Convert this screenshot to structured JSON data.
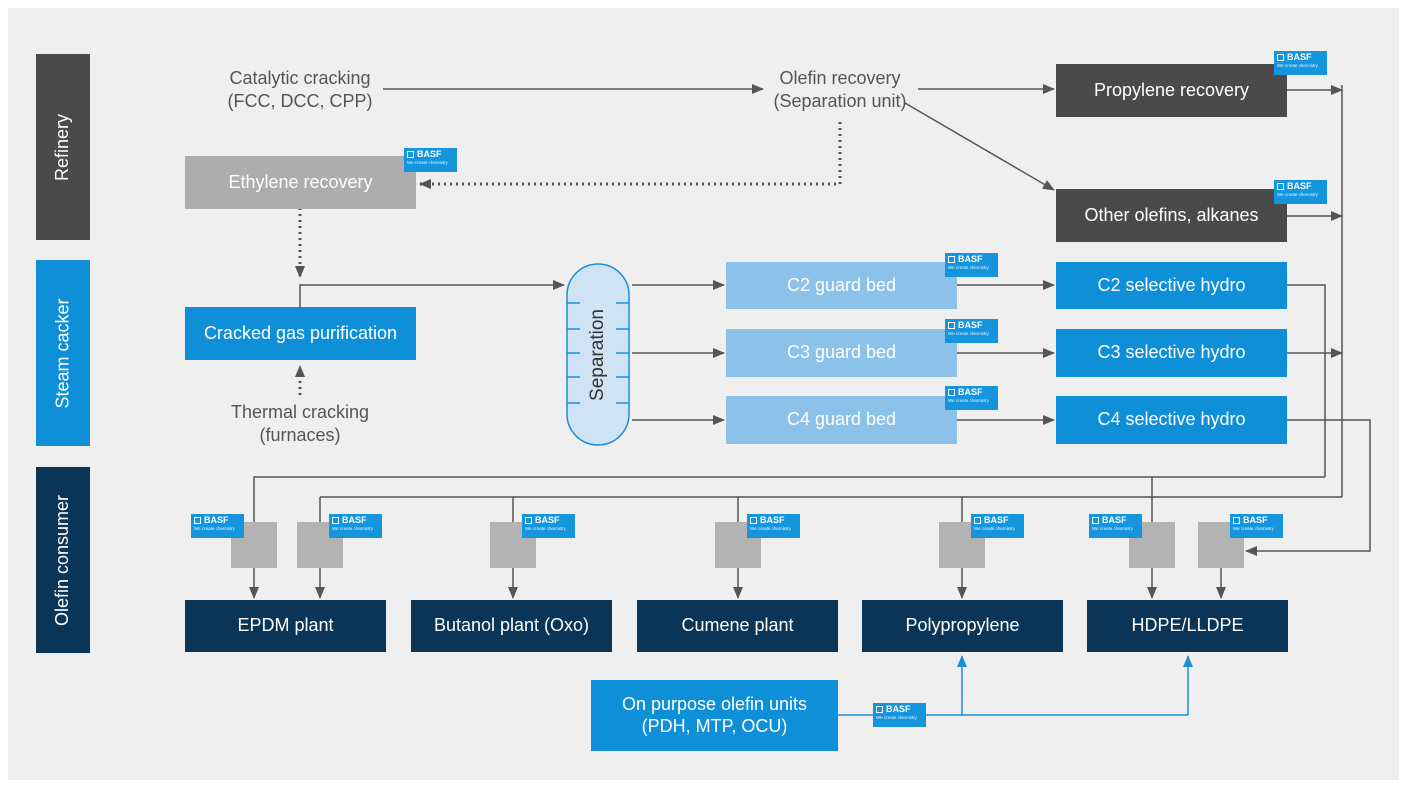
{
  "rows": {
    "refinery": "Refinery",
    "steam": "Steam cacker",
    "consumer": "Olefin consumer"
  },
  "sources": {
    "catalytic": [
      "Catalytic cracking",
      "(FCC, DCC, CPP)"
    ],
    "olefin_recovery": [
      "Olefin recovery",
      "(Separation unit)"
    ],
    "thermal": [
      "Thermal cracking",
      "(furnaces)"
    ]
  },
  "units": {
    "propylene_recovery": "Propylene recovery",
    "other_olefins": "Other olefins, alkanes",
    "ethylene_recovery": "Ethylene recovery",
    "cracked_gas": "Cracked gas purification",
    "separation": "Separation",
    "c2_guard": "C2 guard bed",
    "c3_guard": "C3 guard bed",
    "c4_guard": "C4 guard bed",
    "c2_hydro": "C2 selective hydro",
    "c3_hydro": "C3 selective hydro",
    "c4_hydro": "C4 selective hydro",
    "on_purpose": [
      "On purpose olefin units",
      "(PDH, MTP, OCU)"
    ]
  },
  "plants": {
    "epdm": "EPDM plant",
    "butanol": "Butanol plant (Oxo)",
    "cumene": "Cumene plant",
    "polypropylene": "Polypropylene",
    "hdpe": "HDPE/LLDPE"
  },
  "badge": {
    "brand": "BASF",
    "tagline": "We create chemistry"
  },
  "colors": {
    "background": "#efefef",
    "dark_grey": "#4a4a4a",
    "light_grey": "#adadad",
    "blue": "#0e8fd8",
    "light_blue": "#8cc1ea",
    "navy": "#0a3557",
    "line": "#555555",
    "blue_line": "#1a8fd8"
  }
}
